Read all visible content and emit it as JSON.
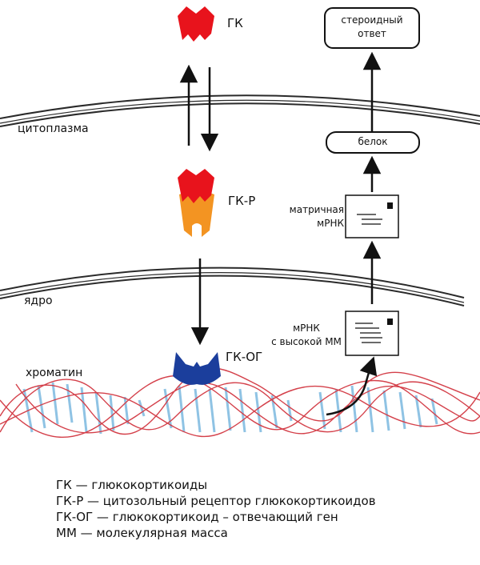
{
  "labels": {
    "gk": "ГК",
    "gk_r": "ГК-Р",
    "gk_og": "ГК-ОГ",
    "cytoplasm": "цитоплазма",
    "nucleus": "ядро",
    "chromatin": "хроматин",
    "steroid_response": [
      "стероидный",
      "ответ"
    ],
    "protein": "белок",
    "mrna": [
      "матричная",
      "мРНК"
    ],
    "hmw_mrna": [
      "мРНК",
      "с высокой ММ"
    ]
  },
  "legend": [
    "ГК — глюкокортикоиды",
    "ГК-Р — цитозольный рецептор глюкокортикоидов",
    "ГК-ОГ — глюкокортикоид – отвечающий ген",
    "ММ — молекулярная масса"
  ],
  "colors": {
    "hormone": "#e8131c",
    "receptor": "#f39422",
    "gene": "#1b3e9c",
    "dna_strand": "#d4404a",
    "dna_rungs": "#8fc3e4",
    "membrane": "#2a2a2a"
  }
}
